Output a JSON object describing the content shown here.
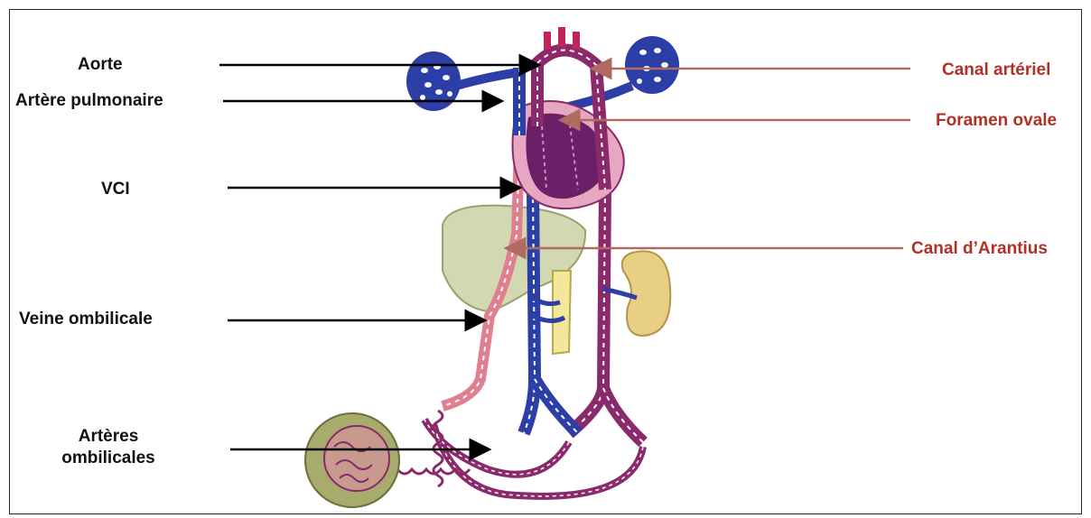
{
  "labels_left": {
    "aorte": "Aorte",
    "artere_pulmonaire": "Artère pulmonaire",
    "vci": "VCI",
    "veine_ombilicale": "Veine ombilicale",
    "arteres_ombilicales_line1": "Artères",
    "arteres_ombilicales_line2": "ombilicales"
  },
  "labels_right": {
    "canal_arteriel": "Canal artériel",
    "foramen_ovale": "Foramen ovale",
    "canal_arantius": "Canal d’Arantius"
  },
  "colors": {
    "left_label": "#111111",
    "right_label": "#b03226",
    "left_arrow": "#000000",
    "right_arrow": "#b06a60",
    "vein_blue": "#2b3fa6",
    "artery_purple": "#8a2a6b",
    "oxygenated_pink": "#e07f8f",
    "liver_green": "#c9d1a4",
    "placenta_green": "#a7ab6c",
    "kidney_tan": "#e9cf84"
  }
}
